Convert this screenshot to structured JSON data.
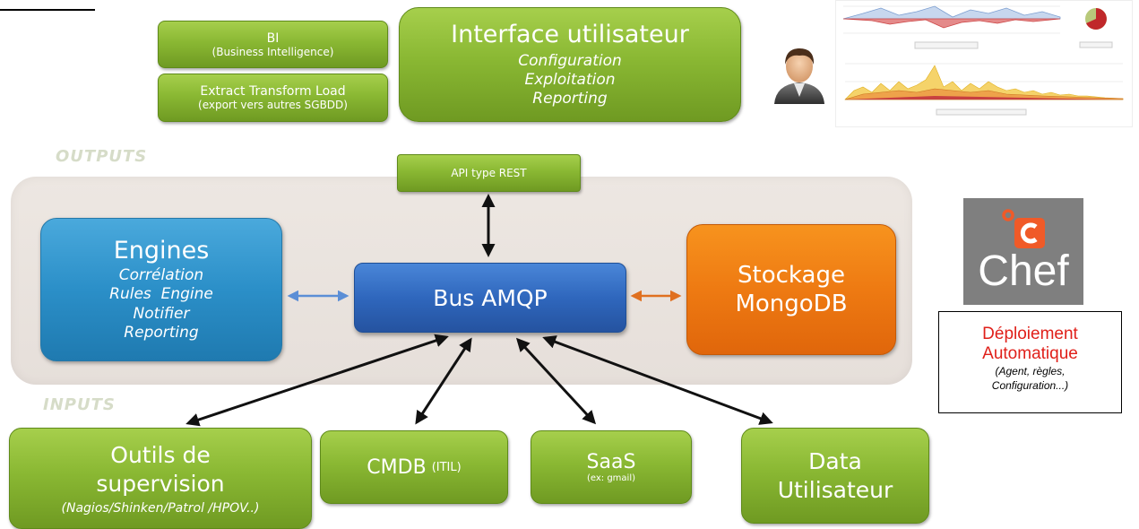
{
  "sections": {
    "outputs": "OUTPUTS",
    "inputs": "INPUTS"
  },
  "top": {
    "bi": {
      "title": "BI",
      "subtitle": "(Business Intelligence)"
    },
    "etl": {
      "title": "Extract Transform Load",
      "subtitle": "(export vers autres SGBDD)"
    },
    "ui": {
      "title": "Interface utilisateur",
      "line1": "Configuration",
      "line2": "Exploitation",
      "line3": "Reporting"
    }
  },
  "api": {
    "label": "API type REST"
  },
  "engines": {
    "title": "Engines",
    "line1": "Corrélation",
    "line2": "Rules  Engine",
    "line3": "Notifier",
    "line4": "Reporting"
  },
  "bus": {
    "label": "Bus AMQP"
  },
  "storage": {
    "line1": "Stockage",
    "line2": "MongoDB"
  },
  "inputs": {
    "supervision": {
      "line1": "Outils de",
      "line2": "supervision",
      "sub": "(Nagios/Shinken/Patrol /HPOV..)"
    },
    "cmdb": {
      "title": "CMDB",
      "suffix": "(ITIL)"
    },
    "saas": {
      "title": "SaaS",
      "sub": "(ex: gmail)"
    },
    "data": {
      "line1": "Data",
      "line2": "Utilisateur"
    }
  },
  "chef": {
    "logo_text": "Chef",
    "title1": "Déploiement",
    "title2": "Automatique",
    "sub1": "(Agent, règles,",
    "sub2": "Configuration...)"
  },
  "colors": {
    "green": "#8ab833",
    "blue": "#2b8fc8",
    "bus": "#2f67bd",
    "orange": "#ee7a12",
    "chef_orange": "#f05a28",
    "deploy_red": "#e0201a"
  }
}
